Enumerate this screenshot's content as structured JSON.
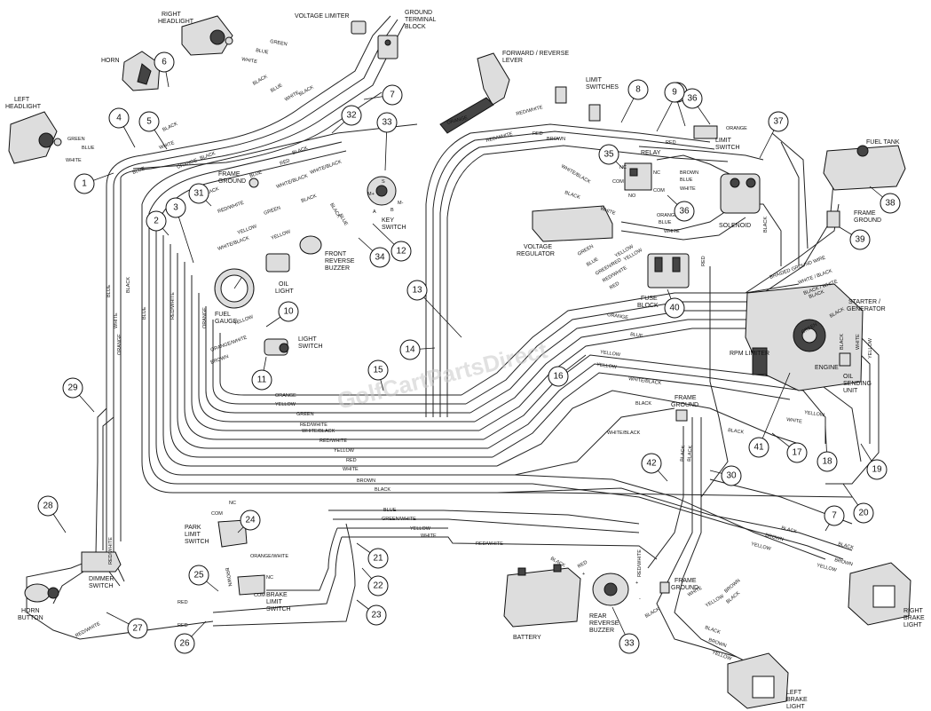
{
  "watermark": "GolfCartPartsDirect",
  "components": {
    "voltage_limiter": "VOLTAGE LIMITER",
    "ground_terminal_block": [
      "GROUND",
      "TERMINAL",
      "BLOCK"
    ],
    "right_headlight": [
      "RIGHT",
      "HEADLIGHT"
    ],
    "horn": "HORN",
    "left_headlight": [
      "LEFT",
      "HEADLIGHT"
    ],
    "forward_reverse_lever": [
      "FORWARD / REVERSE",
      "LEVER"
    ],
    "limit_switches": [
      "LIMIT",
      "SWITCHES"
    ],
    "limit_switch": [
      "LIMIT",
      "SWITCH"
    ],
    "fuel_tank": "FUEL TANK",
    "relay": "RELAY",
    "solenoid": "SOLENOID",
    "frame_ground": [
      "FRAME",
      "GROUND"
    ],
    "key_switch": [
      "KEY",
      "SWITCH"
    ],
    "front_reverse_buzzer": [
      "FRONT",
      "REVERSE",
      "BUZZER"
    ],
    "oil_light": [
      "OIL",
      "LIGHT"
    ],
    "fuel_gauge": [
      "FUEL",
      "GAUGE"
    ],
    "light_switch": [
      "LIGHT",
      "SWITCH"
    ],
    "voltage_regulator": [
      "VOLTAGE",
      "REGULATOR"
    ],
    "fuse_block": [
      "FUSE",
      "BLOCK"
    ],
    "starter_generator": [
      "STARTER /",
      "GENERATOR"
    ],
    "rpm_limiter": "RPM LIMITER",
    "engine": "ENGINE",
    "oil_sending_unit": [
      "OIL",
      "SENDING",
      "UNIT"
    ],
    "park_limit_switch": [
      "PARK",
      "LIMIT",
      "SWITCH"
    ],
    "brake_limit_switch": [
      "BRAKE",
      "LIMIT",
      "SWITCH"
    ],
    "dimmer_switch": [
      "DIMMER",
      "SWITCH"
    ],
    "horn_button": [
      "HORN",
      "BUTTON"
    ],
    "battery": "BATTERY",
    "rear_reverse_buzzer": [
      "REAR",
      "REVERSE",
      "BUZZER"
    ],
    "right_brake_light": [
      "RIGHT",
      "BRAKE",
      "LIGHT"
    ],
    "left_brake_light": [
      "LEFT",
      "BRAKE",
      "LIGHT"
    ]
  },
  "terminal_marks": {
    "nc": "NC",
    "no": "NO",
    "com": "COM",
    "s": "S",
    "m_plus": "M+",
    "m_minus": "M-",
    "b": "B",
    "a": "A",
    "plus": "+",
    "minus": "-"
  },
  "wire_colors": {
    "green": "GREEN",
    "blue": "BLUE",
    "white": "WHITE",
    "black": "BLACK",
    "orange": "ORANGE",
    "red": "RED",
    "yellow": "YELLOW",
    "brown": "BROWN",
    "red_white": "RED/WHITE",
    "white_black": "WHITE/BLACK",
    "green_white": "GREEN/WHITE",
    "orange_white": "ORANGE/WHITE",
    "red_white_2": "RED/WHITE",
    "green_red": "GREEN/RED",
    "white_black_2": "WHITE / BLACK",
    "black_white": "BLACK / WHITE",
    "engine_ground_wire": "BRAIDED GROUND WIRE"
  },
  "callouts": [
    "1",
    "2",
    "3",
    "4",
    "5",
    "6",
    "7",
    "8",
    "9",
    "10",
    "11",
    "12",
    "13",
    "14",
    "15",
    "16",
    "17",
    "18",
    "19",
    "20",
    "21",
    "22",
    "23",
    "24",
    "25",
    "26",
    "27",
    "28",
    "29",
    "30",
    "31",
    "32",
    "33",
    "34",
    "35",
    "36",
    "37",
    "38",
    "39",
    "40",
    "41",
    "42",
    "33",
    "36",
    "7",
    "9"
  ]
}
